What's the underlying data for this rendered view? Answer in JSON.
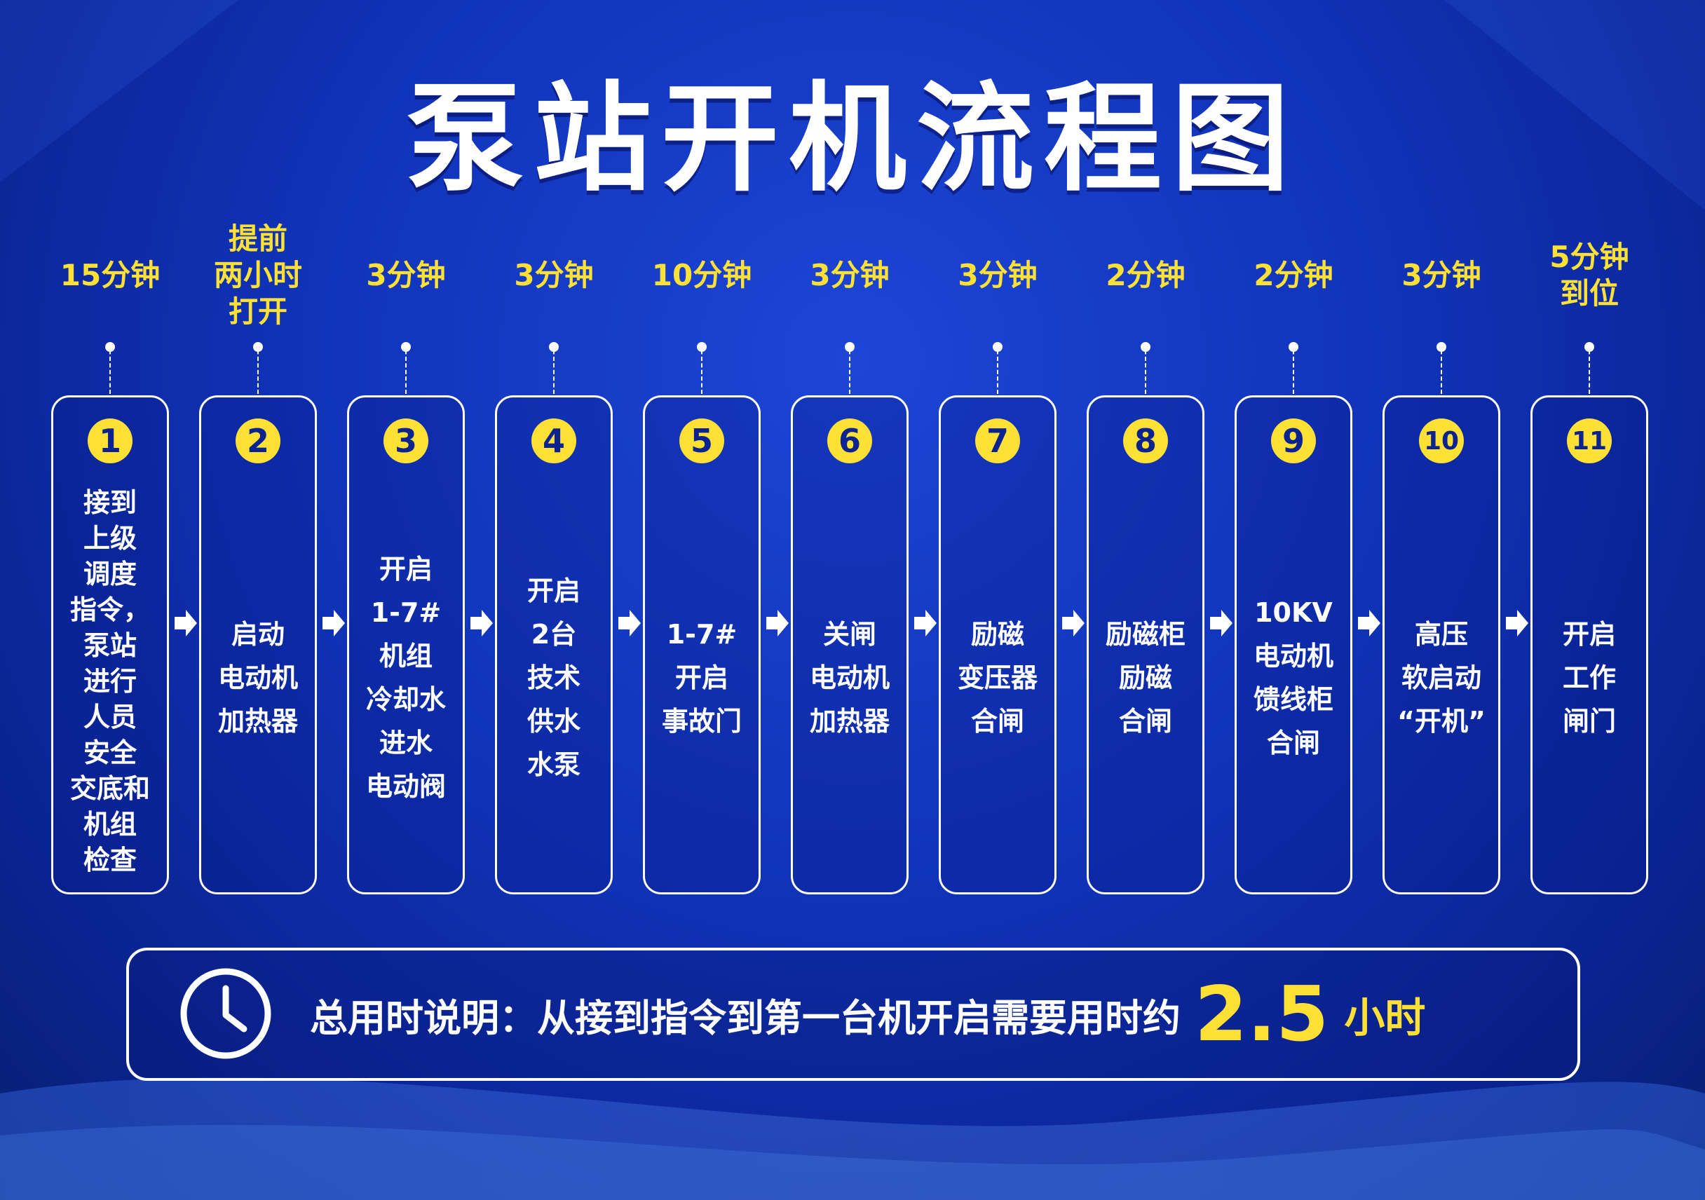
{
  "title": "泵站开机流程图",
  "colors": {
    "accent": "#ffe135",
    "background": "#1033b8",
    "text": "#ffffff"
  },
  "steps": [
    {
      "num": "1",
      "time": "15分钟",
      "label": "接到\n上级\n调度\n指令，\n泵站\n进行\n人员\n安全\n交底和\n机组\n检查"
    },
    {
      "num": "2",
      "time": "提前\n两小时\n打开",
      "label": "启动\n电动机\n加热器"
    },
    {
      "num": "3",
      "time": "3分钟",
      "label": "开启\n1-7#\n机组\n冷却水\n进水\n电动阀"
    },
    {
      "num": "4",
      "time": "3分钟",
      "label": "开启\n2台\n技术\n供水\n水泵"
    },
    {
      "num": "5",
      "time": "10分钟",
      "label": "1-7#\n开启\n事故门"
    },
    {
      "num": "6",
      "time": "3分钟",
      "label": "关闸\n电动机\n加热器"
    },
    {
      "num": "7",
      "time": "3分钟",
      "label": "励磁\n变压器\n合闸"
    },
    {
      "num": "8",
      "time": "2分钟",
      "label": "励磁柜\n励磁\n合闸"
    },
    {
      "num": "9",
      "time": "2分钟",
      "label": "10KV\n电动机\n馈线柜\n合闸"
    },
    {
      "num": "10",
      "time": "3分钟",
      "label": "高压\n软启动\n“开机”"
    },
    {
      "num": "11",
      "time": "5分钟\n到位",
      "label": "开启\n工作\n闸门"
    }
  ],
  "summary": {
    "icon": "clock-icon",
    "prefix": "总用时说明：从接到指令到第一台机开启需要用时约",
    "value": "2.5",
    "unit": "小时"
  }
}
